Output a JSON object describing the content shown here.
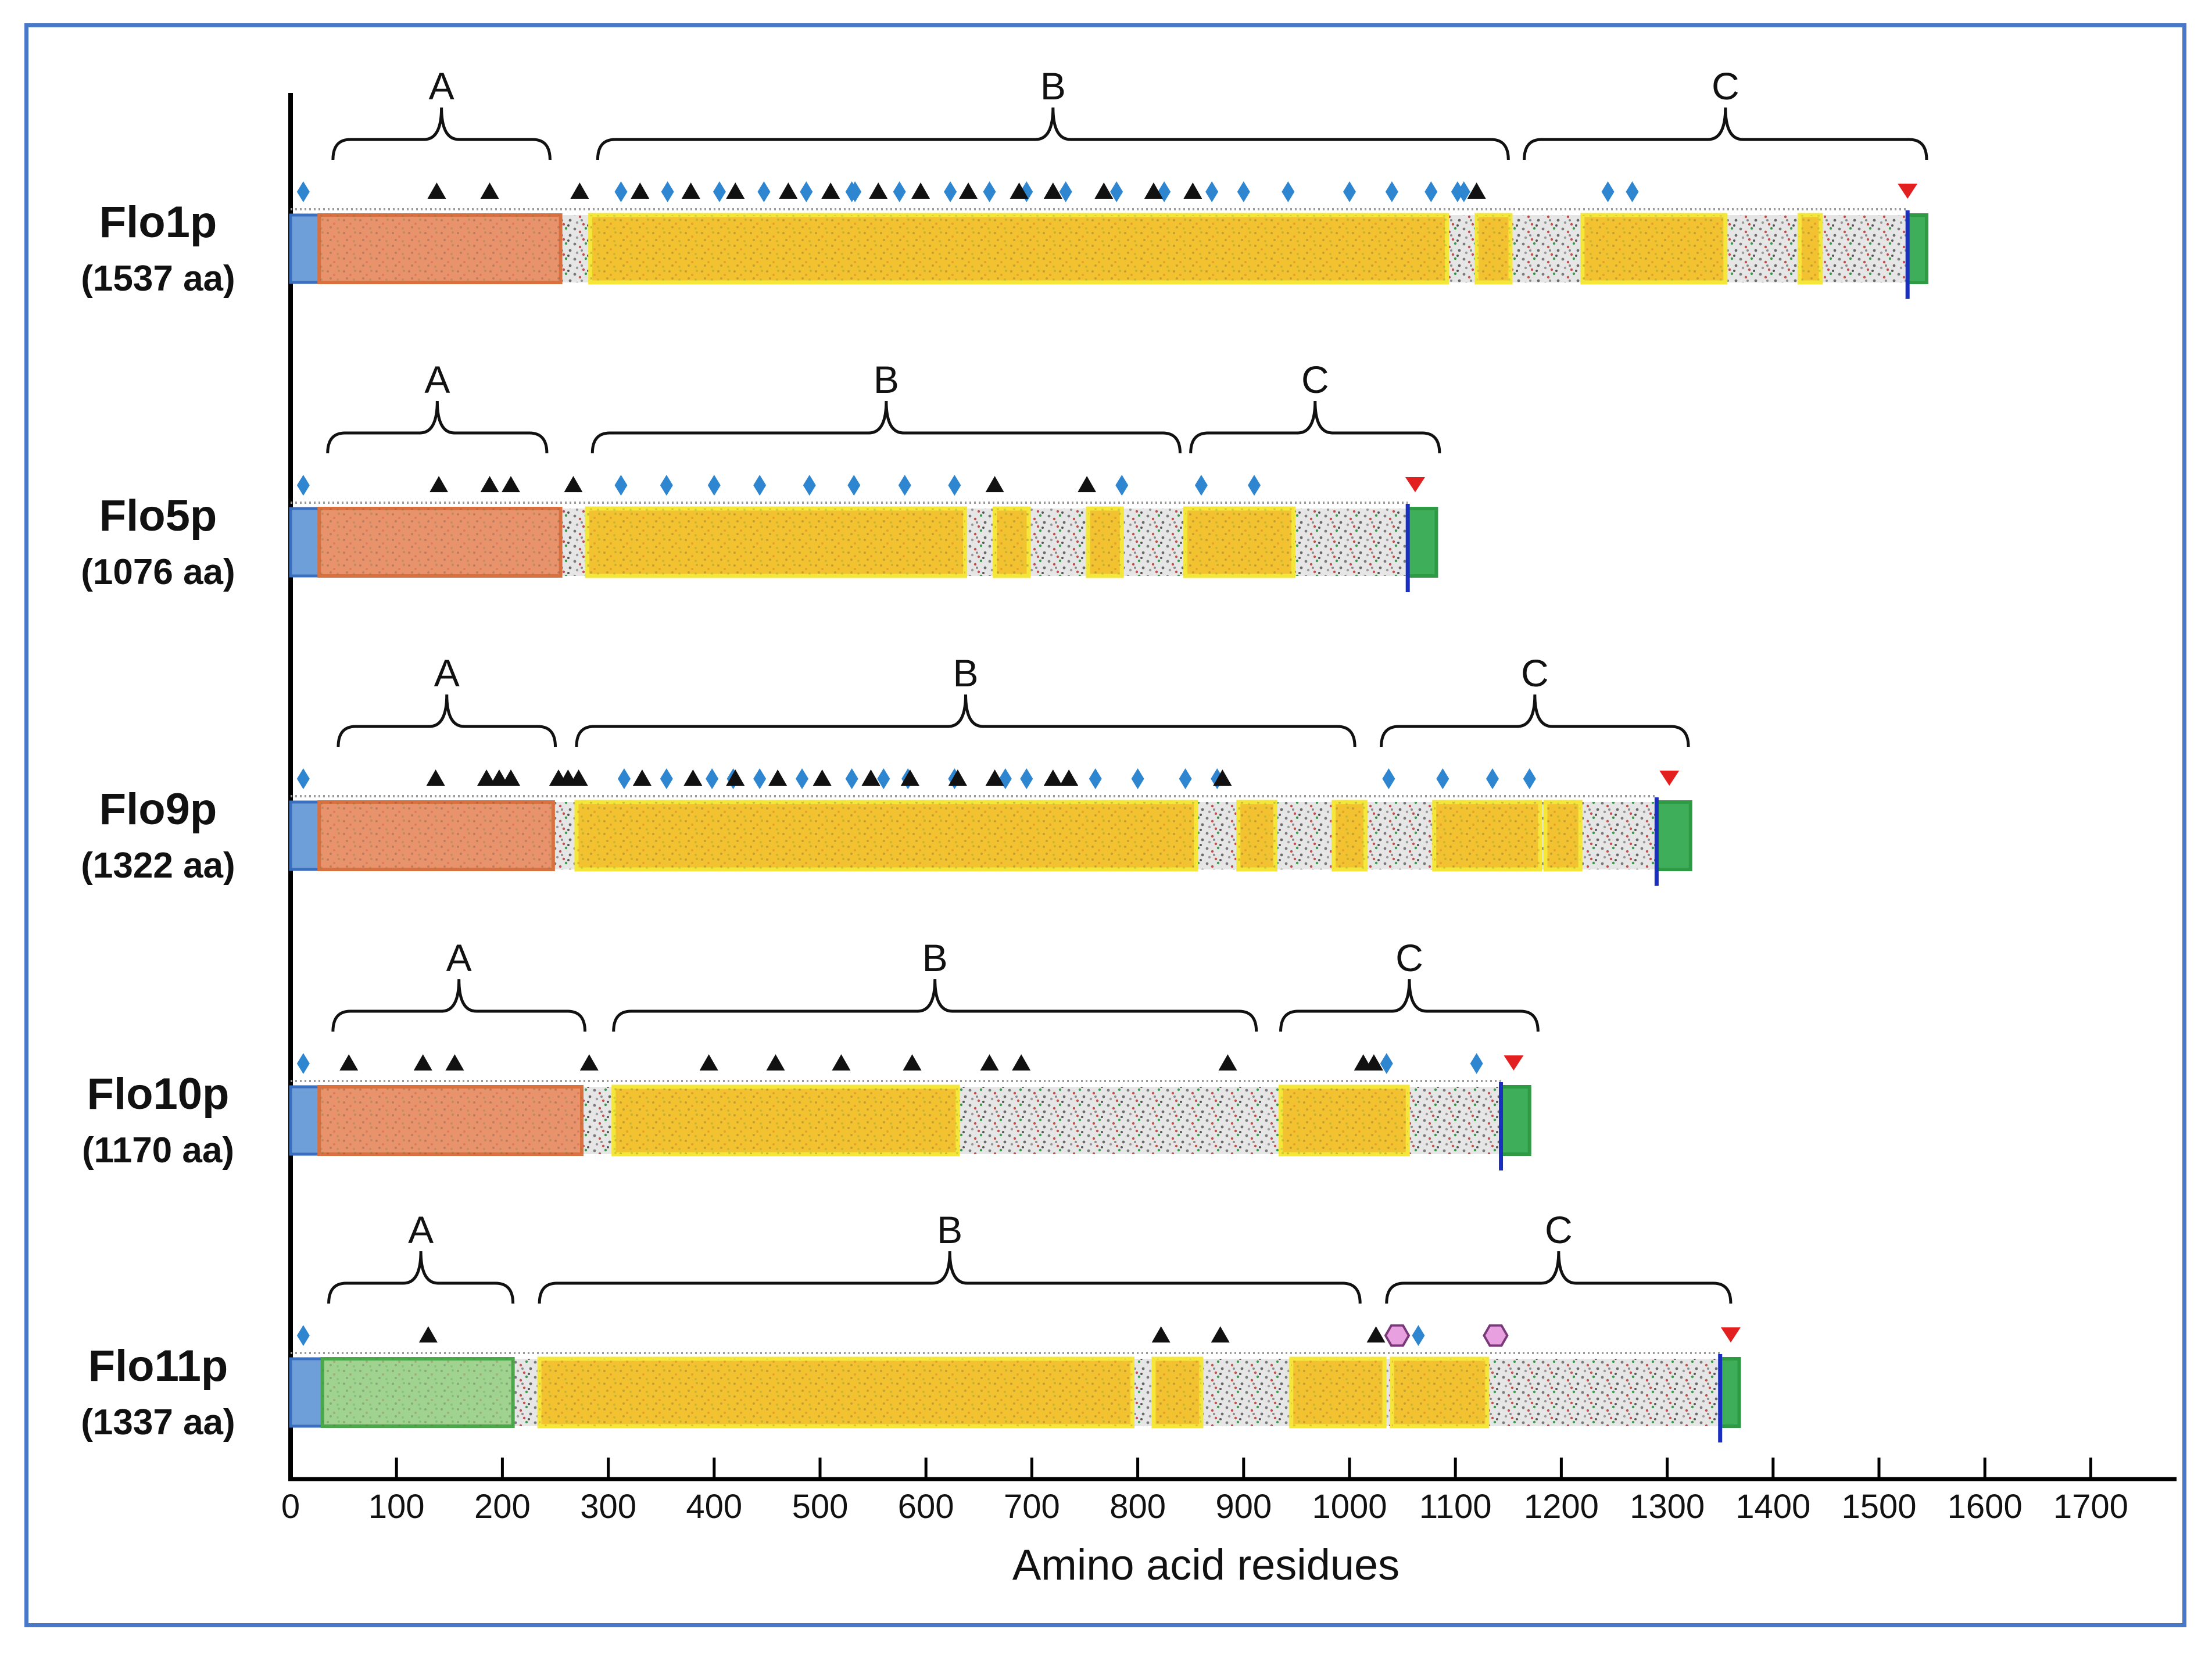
{
  "figure": {
    "axis": {
      "title": "Amino acid residues",
      "min": 0,
      "max": 1700,
      "tick_labels": [
        "0",
        "100",
        "200",
        "300",
        "400",
        "500",
        "600",
        "700",
        "800",
        "900",
        "1000",
        "1100",
        "1200",
        "1300",
        "1400",
        "1500",
        "1600",
        "1700"
      ]
    },
    "colors": {
      "signal_peptide": "#6f9fd8",
      "a_domain_flo": "#e8936b",
      "a_domain_flo11": "#9fd38f",
      "repeat_block": "#f2c230",
      "repeat_border": "#f5e63a",
      "gpi_anchor": "#3fae5a",
      "membrane_line": "#1a2fbf",
      "n_glyco_diamond": "#2f86d0",
      "triangle": "#111111",
      "cleavage_triangle": "#e32020",
      "hexagon": "#e9a0e0"
    },
    "proteins": [
      {
        "name": "Flo1p",
        "length_label": "(1537 aa)",
        "length": 1537,
        "regions": [
          {
            "label": "A",
            "start": 40,
            "end": 245
          },
          {
            "label": "B",
            "start": 290,
            "end": 1150
          },
          {
            "label": "C",
            "start": 1165,
            "end": 1545
          }
        ],
        "signal": [
          0,
          27
        ],
        "a_domain": [
          27,
          255
        ],
        "repeats": [
          [
            283,
            1092
          ],
          [
            1120,
            1152
          ],
          [
            1220,
            1355
          ],
          [
            1425,
            1445
          ]
        ],
        "membrane_at": 1527,
        "gpi": [
          1527,
          1545
        ],
        "diamonds": [
          12,
          312,
          356,
          405,
          447,
          487,
          530,
          533,
          575,
          623,
          660,
          695,
          732,
          780,
          825,
          870,
          900,
          942,
          1000,
          1040,
          1077,
          1102,
          1108,
          1244,
          1267
        ],
        "triangles": [
          138,
          188,
          273,
          330,
          378,
          420,
          470,
          510,
          555,
          595,
          640,
          688,
          720,
          768,
          815,
          852,
          1120
        ],
        "cleavage": [
          1527
        ],
        "hexagons": []
      },
      {
        "name": "Flo5p",
        "length_label": "(1076 aa)",
        "length": 1076,
        "regions": [
          {
            "label": "A",
            "start": 35,
            "end": 242
          },
          {
            "label": "B",
            "start": 285,
            "end": 840
          },
          {
            "label": "C",
            "start": 850,
            "end": 1085
          }
        ],
        "signal": [
          0,
          27
        ],
        "a_domain": [
          27,
          255
        ],
        "repeats": [
          [
            280,
            637
          ],
          [
            665,
            697
          ],
          [
            753,
            785
          ],
          [
            845,
            947
          ]
        ],
        "membrane_at": 1055,
        "gpi": [
          1055,
          1082
        ],
        "diamonds": [
          12,
          312,
          355,
          400,
          443,
          490,
          532,
          580,
          627,
          785,
          860,
          910
        ],
        "triangles": [
          140,
          188,
          208,
          267,
          665,
          752
        ],
        "cleavage": [
          1062
        ],
        "hexagons": []
      },
      {
        "name": "Flo9p",
        "length_label": "(1322 aa)",
        "length": 1322,
        "regions": [
          {
            "label": "A",
            "start": 45,
            "end": 250
          },
          {
            "label": "B",
            "start": 270,
            "end": 1005
          },
          {
            "label": "C",
            "start": 1030,
            "end": 1320
          }
        ],
        "signal": [
          0,
          27
        ],
        "a_domain": [
          27,
          248
        ],
        "repeats": [
          [
            270,
            855
          ],
          [
            895,
            930
          ],
          [
            985,
            1015
          ],
          [
            1080,
            1180
          ],
          [
            1185,
            1218
          ]
        ],
        "membrane_at": 1290,
        "gpi": [
          1290,
          1322
        ],
        "diamonds": [
          12,
          315,
          355,
          398,
          418,
          443,
          483,
          530,
          560,
          583,
          627,
          675,
          695,
          760,
          800,
          845,
          875,
          1037,
          1088,
          1135,
          1170
        ],
        "triangles": [
          137,
          185,
          197,
          208,
          253,
          262,
          272,
          332,
          380,
          420,
          460,
          502,
          548,
          585,
          630,
          665,
          720,
          735,
          880
        ],
        "cleavage": [
          1302
        ],
        "hexagons": []
      },
      {
        "name": "Flo10p",
        "length_label": "(1170 aa)",
        "length": 1170,
        "regions": [
          {
            "label": "A",
            "start": 40,
            "end": 278
          },
          {
            "label": "B",
            "start": 305,
            "end": 912
          },
          {
            "label": "C",
            "start": 935,
            "end": 1178
          }
        ],
        "signal": [
          0,
          27
        ],
        "a_domain": [
          27,
          275
        ],
        "repeats": [
          [
            305,
            630
          ],
          [
            935,
            1055
          ]
        ],
        "membrane_at": 1143,
        "gpi": [
          1143,
          1170
        ],
        "diamonds": [
          12,
          1035,
          1120
        ],
        "triangles": [
          55,
          125,
          155,
          282,
          395,
          458,
          520,
          587,
          660,
          690,
          885,
          1013,
          1023
        ],
        "cleavage": [
          1155
        ],
        "hexagons": []
      },
      {
        "name": "Flo11p",
        "length_label": "(1337 aa)",
        "length": 1337,
        "regions": [
          {
            "label": "A",
            "start": 36,
            "end": 210
          },
          {
            "label": "B",
            "start": 235,
            "end": 1010
          },
          {
            "label": "C",
            "start": 1035,
            "end": 1360
          }
        ],
        "signal": [
          0,
          30
        ],
        "a_domain_green": [
          30,
          210
        ],
        "repeats": [
          [
            235,
            795
          ],
          [
            815,
            860
          ],
          [
            945,
            1033
          ],
          [
            1040,
            1130
          ]
        ],
        "membrane_at": 1350,
        "gpi": [
          1350,
          1368
        ],
        "diamonds": [
          12,
          1065
        ],
        "triangles": [
          130,
          822,
          878,
          1025
        ],
        "cleavage": [
          1360
        ],
        "hexagons": [
          1045,
          1138
        ]
      }
    ]
  }
}
